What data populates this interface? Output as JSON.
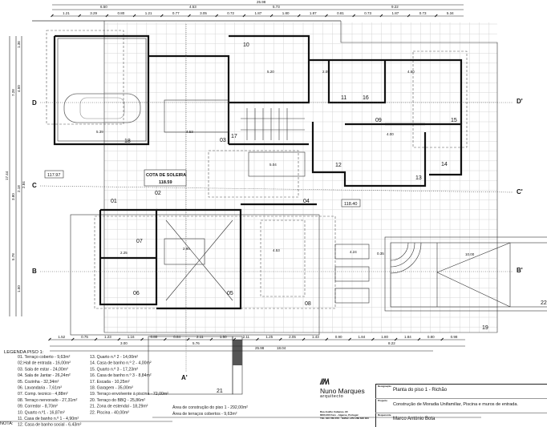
{
  "dimensions": {
    "total_top": "25.98",
    "top_row2": [
      "6.50",
      "4.53",
      "5.73",
      "9.22"
    ],
    "top_row3": [
      "1.21",
      "3.29",
      "0.80",
      "1.21",
      "0.77",
      "3.05",
      "0.72",
      "1.87",
      "1.80",
      "1.87",
      "0.81",
      "0.73",
      "1.87",
      "0.73",
      "5.34"
    ],
    "interior": [
      "5.39",
      "4.53",
      "5.20",
      "2.09",
      "4.60",
      "4.00",
      "5.04",
      "2.25",
      "2.90",
      "4.53",
      "10.00",
      "4.24",
      "0.35"
    ],
    "bottom_row1": [
      "1.52",
      "0.75",
      "1.23",
      "1.16",
      "0.80",
      "0.84",
      "2.11",
      "1.50",
      "2.11",
      "1.25",
      "2.05",
      "1.43",
      "0.90",
      "1.84",
      "1.80",
      "1.84",
      "0.80",
      "0.98"
    ],
    "bottom_row2": [
      "3.00",
      "5.76",
      "8.22",
      "18.04"
    ],
    "bottom_total": "25.98",
    "left": [
      "17.44",
      "7.28",
      "4.50",
      "1.36",
      "3.80",
      "2.18",
      "2.84",
      "5.78",
      "1.50"
    ]
  },
  "axes": {
    "D": "D",
    "D_prime": "D'",
    "C": "C",
    "C_prime": "C'",
    "B": "B",
    "B_prime": "B'",
    "A_prime": "A'"
  },
  "levels": {
    "left": "117.97",
    "right": "118.40",
    "cota_label": "COTA DE SOLEIRA",
    "cota_value": "118.59"
  },
  "rooms": [
    "01",
    "02",
    "03",
    "04",
    "05",
    "06",
    "07",
    "08",
    "09",
    "10",
    "11",
    "12",
    "13",
    "14",
    "15",
    "16",
    "17",
    "18",
    "19",
    "21",
    "22"
  ],
  "legend": {
    "title": "LEGENDA PISO 1:",
    "col1": [
      "01. Terraço coberto - 9,63m²",
      "02.Hall de entrada - 16,00m²",
      "03. Sala de estar - 24,00m²",
      "04. Sala de Jantar - 26,24m²",
      "05. Cozinha - 32,34m²",
      "06. Lavandaria - 7,61m²",
      "07. Comp. tecnico - 4,88m²",
      "08. Terraço nervorado - 27,31m²",
      "09. Corredor - 8,70m²",
      "10. Quarto n.º1 - 16,87m²",
      "11. Casa de banho n.º 1 - 4,90m²",
      "12. Casa de banho social - 6,43m²"
    ],
    "col2": [
      "13. Quarto n.º 2 - 14,00m²",
      "14. Casa de banho n.º 2 - 4,00m²",
      "15. Quarto n.º 3 - 17,23m²",
      "16. Casa de banho n.º 3 - 8,84m²",
      "17. Escada - 10,25m²",
      "18. Garagem - 35,00m²",
      "19. Terraço envolvente à piscina - 72,00m²",
      "20. Terraço do BBQ - 25,86m²",
      "21. Zona de estendal - 18,29m²",
      "22. Piscina - 40,00m²"
    ],
    "nota": "NOTA:"
  },
  "areas": {
    "construction": "Área de construção do piso 1 - 292,00m²",
    "terraces": "Área de terraços cobertos - 9,63m²"
  },
  "title_block": {
    "logo_name": "Nuno Marques",
    "logo_sub": "arquitecto",
    "address": [
      "Rua Joalho Cabanas, 90",
      "8000-000 Faro - Algarve, Portugal",
      "Tlm. 910 789 456 - Tel/fax +351 289 826 300"
    ],
    "designation_label": "Designação",
    "designation": "Planta do piso 1 - Richão",
    "project_label": "Projecto",
    "project": "Construção de Moradia Unifamiliar, Piscina e muros de entrada.",
    "client_label": "Requerente",
    "client": "Marco António Bota"
  }
}
